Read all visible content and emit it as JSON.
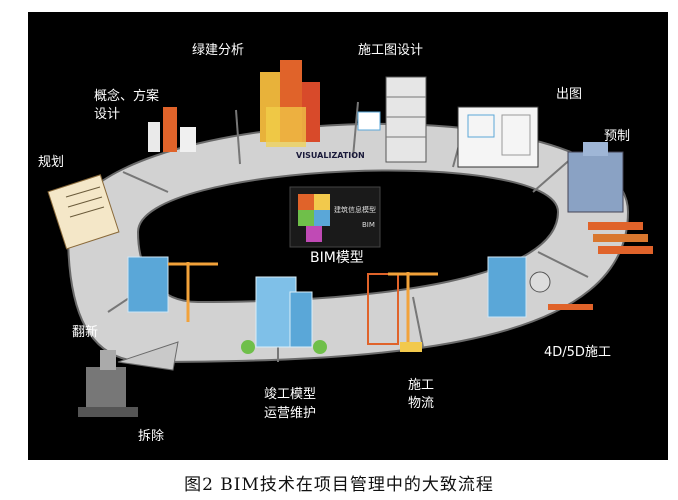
{
  "diagram": {
    "center_label": "BIM模型",
    "center_logo_text": "建筑信息模型",
    "center_logo_side": "BIM",
    "ring_text": "VISUALIZATION",
    "stages": {
      "green_analysis": "绿建分析",
      "construction_drawing": "施工图设计",
      "drawing_output": "出图",
      "concept_line1": "概念、方案",
      "concept_line2": "设计",
      "prefab": "预制",
      "planning": "规划",
      "construction_4d5d": "4D/5D施工",
      "renovation": "翻新",
      "completion_line1": "竣工模型",
      "completion_line2": "运营维护",
      "logistics_line1": "施工",
      "logistics_line2": "物流",
      "demolition": "拆除"
    }
  },
  "caption": "图2  BIM技术在项目管理中的大致流程",
  "colors": {
    "background": "#000000",
    "ring": "#d2d2d2",
    "ring_edge": "#6a6a6a",
    "accent_orange": "#e0632a",
    "accent_blue": "#5aa7d8"
  }
}
